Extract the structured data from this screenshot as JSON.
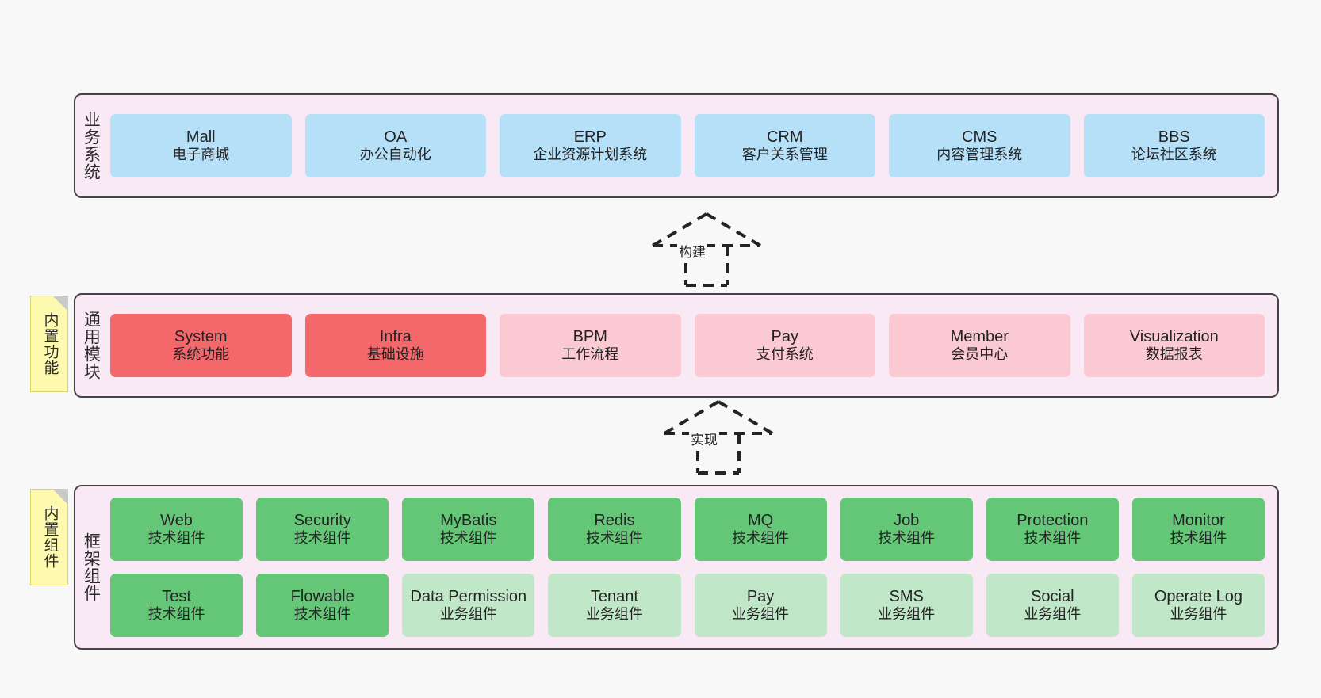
{
  "diagram": {
    "background_color": "#f8f8f8",
    "layer_fill": "#f9e9f5",
    "layer_border": "#4a4049"
  },
  "layers": [
    {
      "id": "business-systems",
      "title": "业务系统",
      "note": null,
      "rows": [
        {
          "cards": [
            {
              "name": "Mall",
              "sub": "电子商城",
              "color": "#b5e0f8",
              "style": "c-blue"
            },
            {
              "name": "OA",
              "sub": "办公自动化",
              "color": "#b5e0f8",
              "style": "c-blue"
            },
            {
              "name": "ERP",
              "sub": "企业资源计划系统",
              "color": "#b5e0f8",
              "style": "c-blue"
            },
            {
              "name": "CRM",
              "sub": "客户关系管理",
              "color": "#b5e0f8",
              "style": "c-blue"
            },
            {
              "name": "CMS",
              "sub": "内容管理系统",
              "color": "#b5e0f8",
              "style": "c-blue"
            },
            {
              "name": "BBS",
              "sub": "论坛社区系统",
              "color": "#b5e0f8",
              "style": "c-blue"
            }
          ]
        }
      ]
    },
    {
      "id": "common-modules",
      "title": "通用模块",
      "note": "内置功能",
      "rows": [
        {
          "cards": [
            {
              "name": "System",
              "sub": "系统功能",
              "color": "#f4686c",
              "style": "c-red"
            },
            {
              "name": "Infra",
              "sub": "基础设施",
              "color": "#f4686c",
              "style": "c-red"
            },
            {
              "name": "BPM",
              "sub": "工作流程",
              "color": "#fbc9d2",
              "style": "c-pink"
            },
            {
              "name": "Pay",
              "sub": "支付系统",
              "color": "#fbc9d2",
              "style": "c-pink"
            },
            {
              "name": "Member",
              "sub": "会员中心",
              "color": "#fbc9d2",
              "style": "c-pink"
            },
            {
              "name": "Visualization",
              "sub": "数据报表",
              "color": "#fbc9d2",
              "style": "c-pink"
            }
          ]
        }
      ]
    },
    {
      "id": "framework-components",
      "title": "框架组件",
      "note": "内置组件",
      "rows": [
        {
          "cards": [
            {
              "name": "Web",
              "sub": "技术组件",
              "color": "#63c777",
              "style": "c-green"
            },
            {
              "name": "Security",
              "sub": "技术组件",
              "color": "#63c777",
              "style": "c-green"
            },
            {
              "name": "MyBatis",
              "sub": "技术组件",
              "color": "#63c777",
              "style": "c-green"
            },
            {
              "name": "Redis",
              "sub": "技术组件",
              "color": "#63c777",
              "style": "c-green"
            },
            {
              "name": "MQ",
              "sub": "技术组件",
              "color": "#63c777",
              "style": "c-green"
            },
            {
              "name": "Job",
              "sub": "技术组件",
              "color": "#63c777",
              "style": "c-green"
            },
            {
              "name": "Protection",
              "sub": "技术组件",
              "color": "#63c777",
              "style": "c-green"
            },
            {
              "name": "Monitor",
              "sub": "技术组件",
              "color": "#63c777",
              "style": "c-green"
            }
          ]
        },
        {
          "cards": [
            {
              "name": "Test",
              "sub": "技术组件",
              "color": "#63c777",
              "style": "c-green"
            },
            {
              "name": "Flowable",
              "sub": "技术组件",
              "color": "#63c777",
              "style": "c-green"
            },
            {
              "name": "Data Permission",
              "sub": "业务组件",
              "color": "#c0e7c7",
              "style": "c-lightgreen"
            },
            {
              "name": "Tenant",
              "sub": "业务组件",
              "color": "#c0e7c7",
              "style": "c-lightgreen"
            },
            {
              "name": "Pay",
              "sub": "业务组件",
              "color": "#c0e7c7",
              "style": "c-lightgreen"
            },
            {
              "name": "SMS",
              "sub": "业务组件",
              "color": "#c0e7c7",
              "style": "c-lightgreen"
            },
            {
              "name": "Social",
              "sub": "业务组件",
              "color": "#c0e7c7",
              "style": "c-lightgreen"
            },
            {
              "name": "Operate Log",
              "sub": "业务组件",
              "color": "#c0e7c7",
              "style": "c-lightgreen"
            }
          ]
        }
      ]
    }
  ],
  "connectors": [
    {
      "id": "build",
      "label": "构建",
      "from": "common-modules",
      "to": "business-systems"
    },
    {
      "id": "implement",
      "label": "实现",
      "from": "framework-components",
      "to": "common-modules"
    }
  ]
}
